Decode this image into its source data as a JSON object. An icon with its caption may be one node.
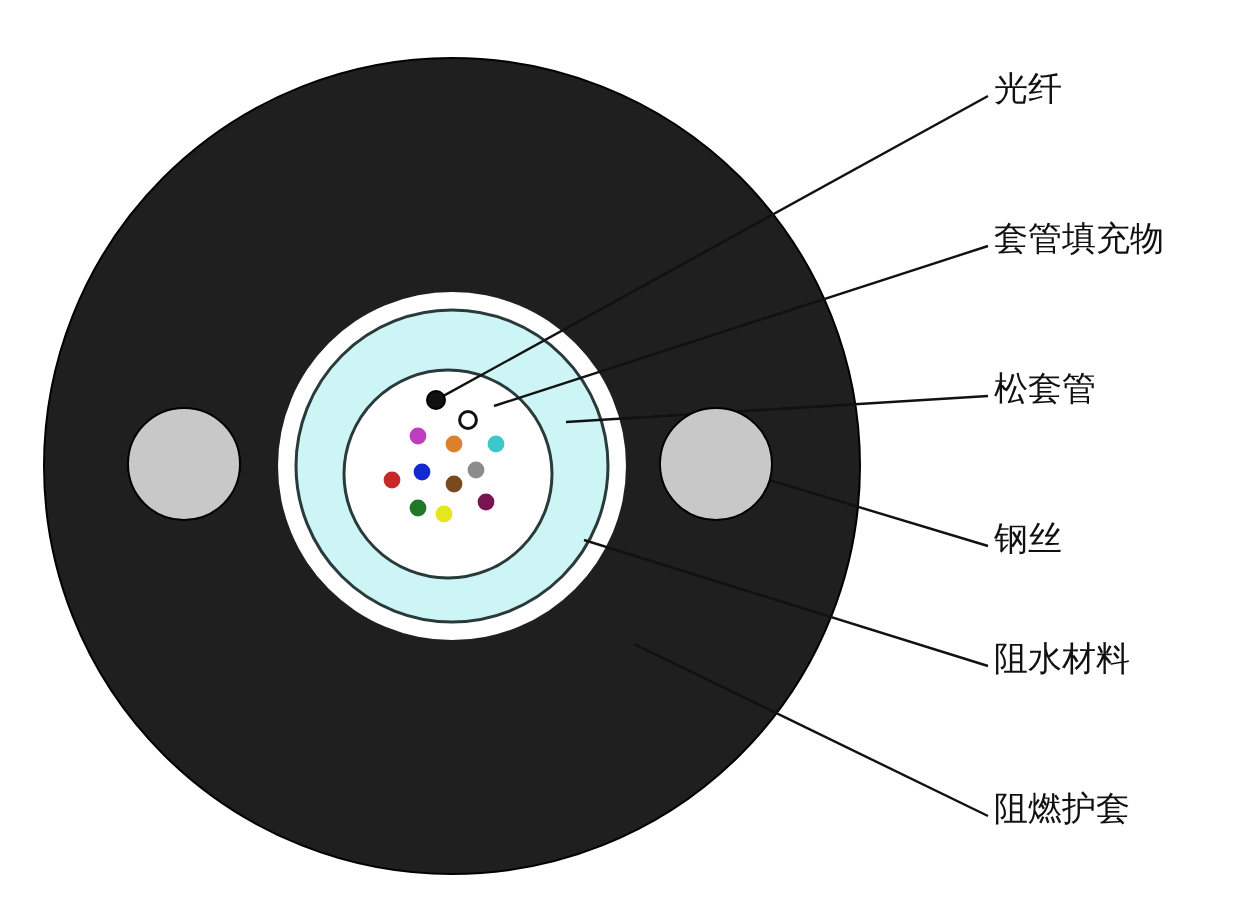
{
  "diagram": {
    "nodes": [
      {
        "text": [
          "光纤"
        ]
      },
      {
        "text": [
          "套管填充物"
        ]
      },
      {
        "text": [
          "松套管"
        ]
      },
      {
        "text": [
          "钢丝"
        ]
      },
      {
        "text": [
          "阻水材料"
        ]
      },
      {
        "text": [
          "阻燃护套"
        ]
      },
      {
        "text": [],
        "shape": "circle"
      },
      {
        "text": [],
        "shape": "circle"
      }
    ],
    "edges": [
      {
        "from": 0,
        "to": 6,
        "arrow": "none"
      },
      {
        "from": 1,
        "to": null,
        "arrow": "none"
      },
      {
        "from": 2,
        "to": null,
        "arrow": "none"
      },
      {
        "from": 3,
        "to": 7,
        "arrow": "none"
      },
      {
        "from": 4,
        "to": null,
        "arrow": "none"
      },
      {
        "from": 5,
        "to": null,
        "arrow": "none"
      }
    ]
  }
}
